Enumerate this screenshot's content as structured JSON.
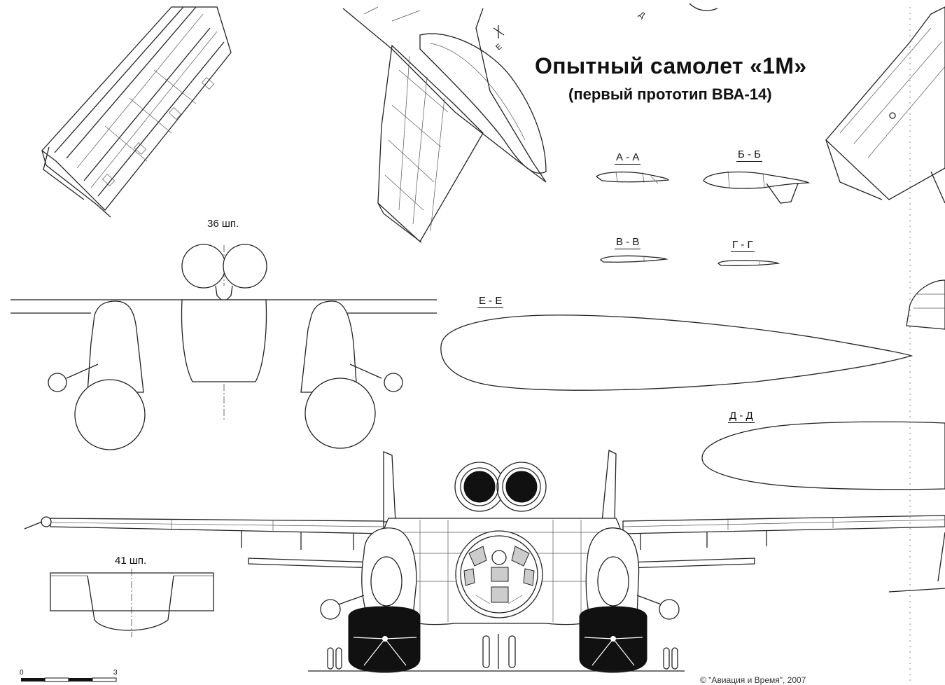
{
  "title": "Опытный самолет «1М»",
  "subtitle": "(первый прототип ВВА-14)",
  "section_labels": {
    "aa": "А - А",
    "bb": "Б - Б",
    "vv": "В - В",
    "gg": "Г - Г",
    "ee": "Е - Е",
    "dd": "Д - Д",
    "frame36": "36 шп.",
    "frame41": "41 шп."
  },
  "view_marks": {
    "e": "Е",
    "d": "Д"
  },
  "scale_bar": {
    "start": "0",
    "end": "3"
  },
  "copyright": "© \"Авиация и Время\", 2007"
}
